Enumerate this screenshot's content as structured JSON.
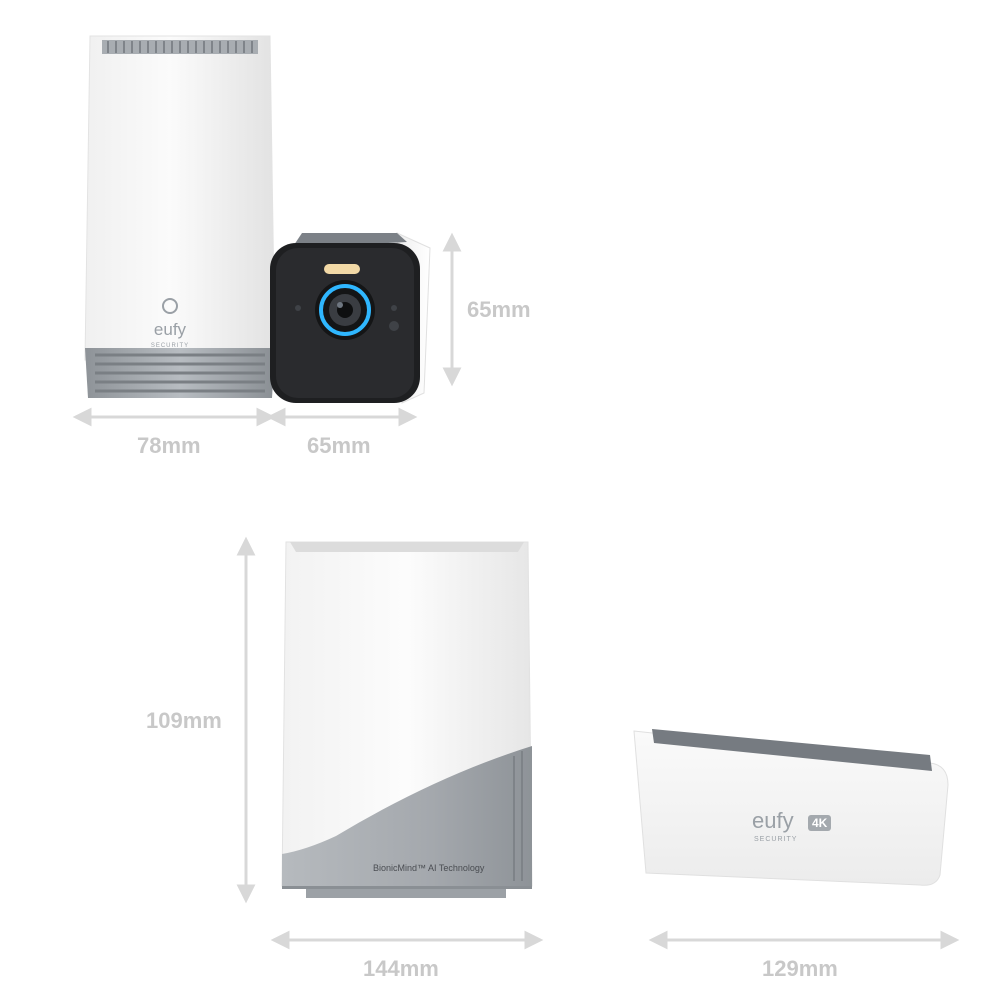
{
  "dimensions": {
    "hub_width": "78mm",
    "camera_width": "65mm",
    "camera_height": "65mm",
    "base_height": "109mm",
    "base_width": "144mm",
    "camera_depth": "129mm"
  },
  "labels": {
    "hub_brand": "eufy",
    "hub_sub": "SECURITY",
    "camera_brand": "eufy",
    "camera_badge": "4K",
    "camera_sub": "SECURITY",
    "base_tagline": "BionicMind™ AI Technology"
  },
  "colors": {
    "dimension_text": "#c8c8c8",
    "arrow": "#d8d8d8",
    "device_white": "#f4f4f4",
    "device_gray": "#9ea3a8",
    "lens_ring": "#2fb7ff"
  }
}
